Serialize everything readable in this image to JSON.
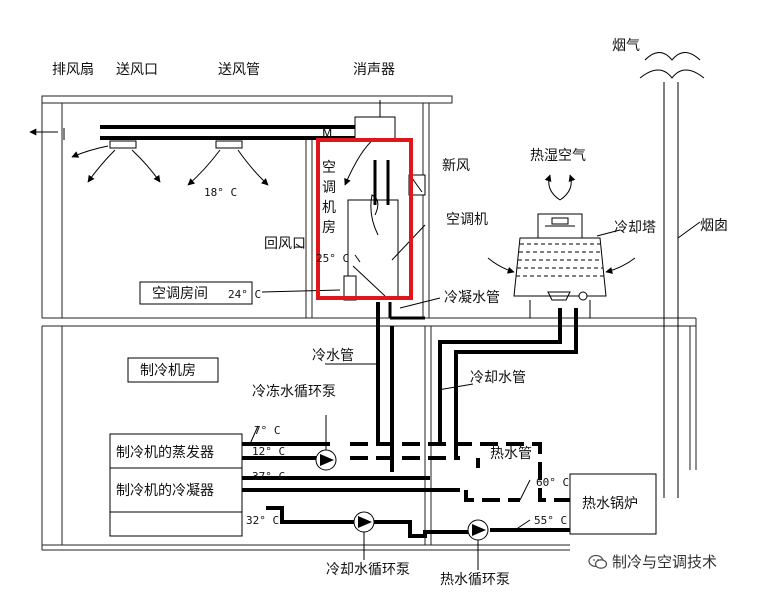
{
  "labels": {
    "exhaust_fan": "排风扇",
    "supply_outlet": "送风口",
    "supply_duct": "送风管",
    "silencer": "消声器",
    "smoke": "烟气",
    "ac_room_vertical": "空调机房",
    "fresh_air": "新风",
    "hot_humid_air": "热湿空气",
    "air_handler": "空调机",
    "cooling_tower": "冷却塔",
    "chimney": "烟囱",
    "return_outlet": "回风口",
    "condenser_pipe": "冷凝水管",
    "ac_room": "空调房间",
    "chilled_water_pipe": "冷水管",
    "chiller_room": "制冷机房",
    "chilled_pump": "冷冻水循环泵",
    "cooling_water_pipe": "冷却水管",
    "evaporator": "制冷机的蒸发器",
    "condenser": "制冷机的冷凝器",
    "hot_water_pipe": "热水管",
    "boiler": "热水锅炉",
    "cooling_pump": "冷却水循环泵",
    "hot_pump": "热水循环泵",
    "fan_mark": "M"
  },
  "temps": {
    "room_supply": "18° C",
    "room_return": "24° C",
    "handler": "25° C",
    "t7": "7° C",
    "t12": "12° C",
    "t37": "37° C",
    "t32": "32° C",
    "t60": "60° C",
    "t55": "55° C"
  },
  "watermark": {
    "text": "制冷与空调技术",
    "icon": "wechat-icon"
  },
  "highlight_color": "#e0161b"
}
